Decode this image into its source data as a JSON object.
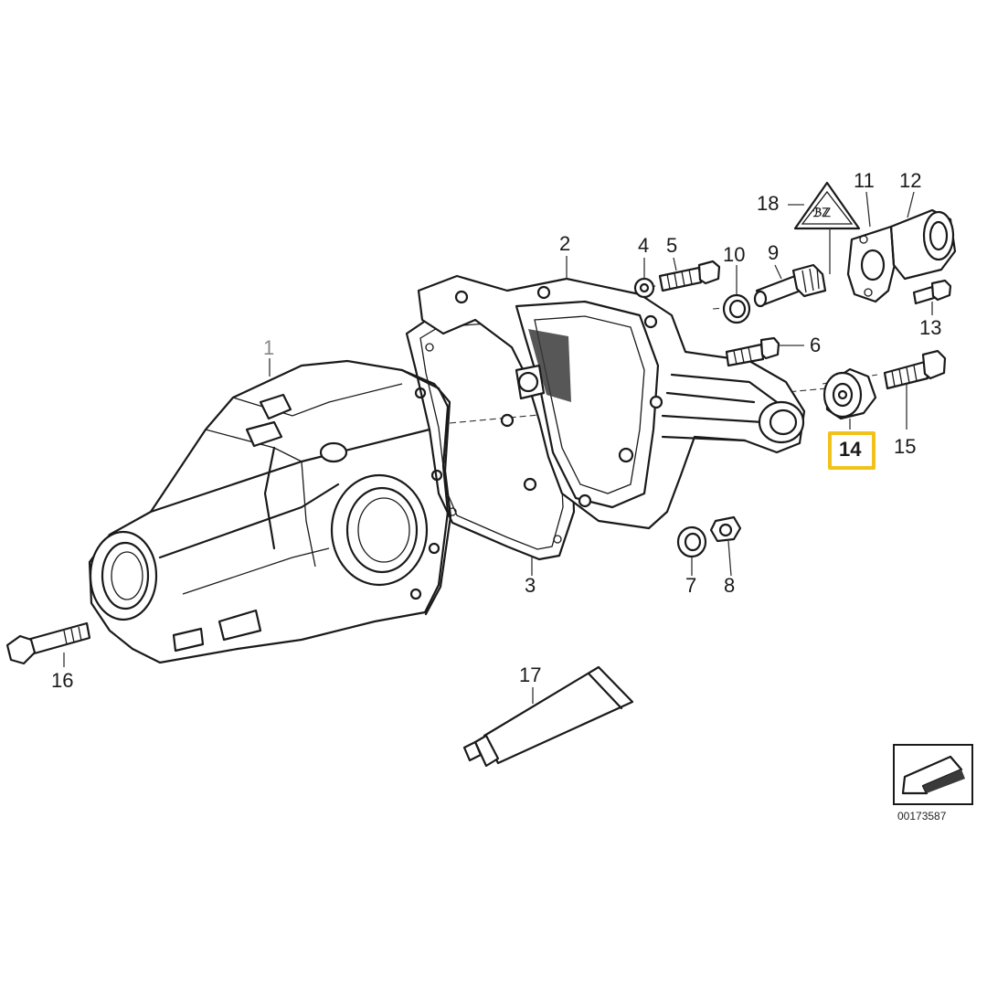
{
  "diagram": {
    "reference_number": "00173587",
    "highlighted_part": "14",
    "highlight_color": "#f2c21b",
    "line_color": "#1a1a1a",
    "callouts": [
      "1",
      "2",
      "3",
      "4",
      "5",
      "6",
      "7",
      "8",
      "9",
      "10",
      "11",
      "12",
      "13",
      "14",
      "15",
      "16",
      "17",
      "18"
    ],
    "warning_symbol_text": "⚠",
    "part_glyph_18": "ℬℤ"
  }
}
